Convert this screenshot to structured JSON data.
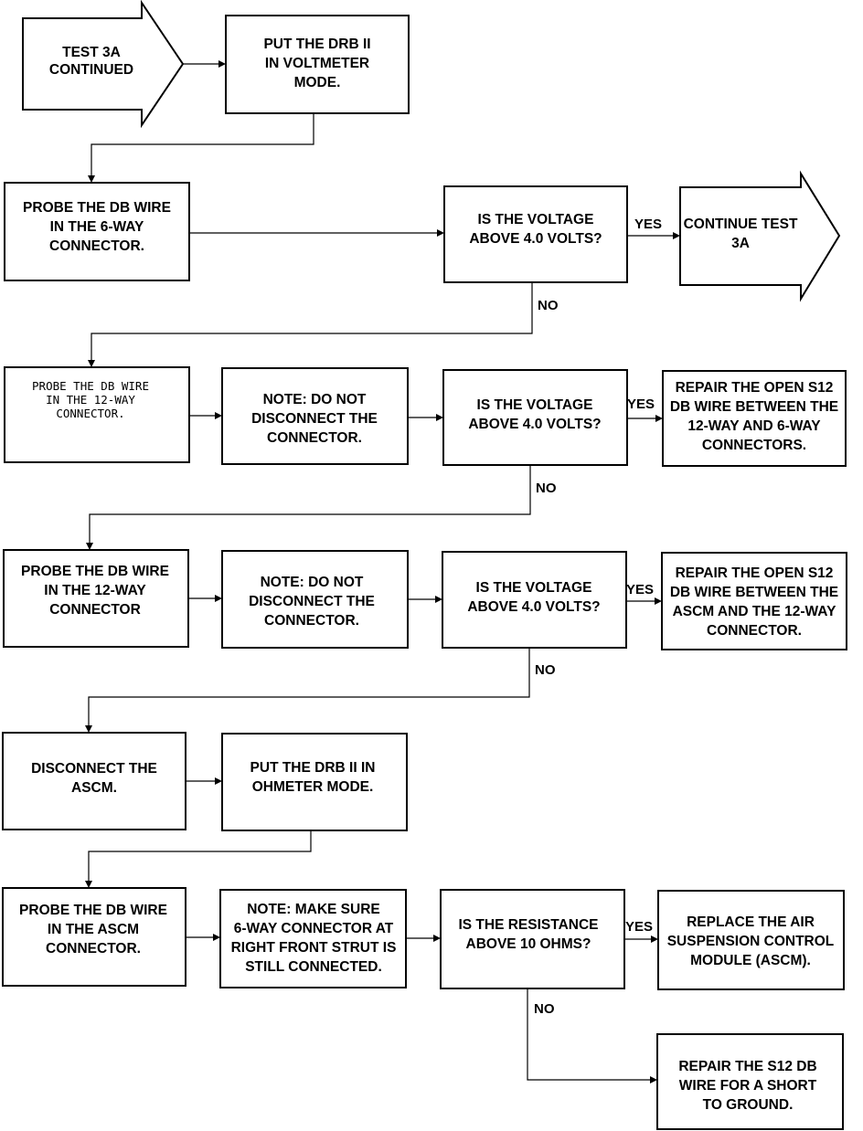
{
  "start": {
    "lines": [
      "TEST 3A",
      "CONTINUED"
    ]
  },
  "steps": {
    "voltmeter_mode": {
      "lines": [
        "PUT THE DRB II",
        "IN VOLTMETER",
        "MODE."
      ]
    },
    "probe_6way": {
      "lines": [
        "PROBE THE DB WIRE",
        "IN THE 6-WAY",
        "CONNECTOR."
      ]
    },
    "probe_12way_a": {
      "lines": [
        "PROBE THE DB WIRE",
        "IN THE 12-WAY",
        "CONNECTOR."
      ]
    },
    "note_1": {
      "lines": [
        "NOTE: DO NOT",
        "DISCONNECT THE",
        "CONNECTOR."
      ]
    },
    "probe_12way_b": {
      "lines": [
        "PROBE THE DB WIRE",
        "IN THE 12-WAY",
        "CONNECTOR"
      ]
    },
    "note_2": {
      "lines": [
        "NOTE: DO NOT",
        "DISCONNECT THE",
        "CONNECTOR."
      ]
    },
    "disconnect_ascm": {
      "lines": [
        "DISCONNECT THE",
        "ASCM."
      ]
    },
    "ohmmeter_mode": {
      "lines": [
        "PUT THE DRB II IN",
        "OHMETER MODE."
      ]
    },
    "probe_ascm": {
      "lines": [
        "PROBE THE DB WIRE",
        "IN THE ASCM",
        "CONNECTOR."
      ]
    },
    "note_3": {
      "lines": [
        "NOTE: MAKE SURE",
        "6-WAY CONNECTOR AT",
        "RIGHT FRONT STRUT IS",
        "STILL CONNECTED."
      ]
    }
  },
  "decisions": {
    "q1": {
      "lines": [
        "IS THE VOLTAGE",
        "ABOVE 4.0 VOLTS?"
      ]
    },
    "q2": {
      "lines": [
        "IS THE VOLTAGE",
        "ABOVE 4.0 VOLTS?"
      ]
    },
    "q3": {
      "lines": [
        "IS THE VOLTAGE",
        "ABOVE 4.0 VOLTS?"
      ]
    },
    "q4": {
      "lines": [
        "IS THE RESISTANCE",
        "ABOVE 10 OHMS?"
      ]
    }
  },
  "outcomes": {
    "continue_test": {
      "lines": [
        "CONTINUE TEST",
        "3A"
      ]
    },
    "repair_12_6": {
      "lines": [
        "REPAIR THE OPEN S12",
        "DB WIRE BETWEEN THE",
        "12-WAY AND 6-WAY",
        "CONNECTORS."
      ]
    },
    "repair_ascm_12": {
      "lines": [
        "REPAIR THE OPEN S12",
        "DB WIRE BETWEEN THE",
        "ASCM AND THE 12-WAY",
        "CONNECTOR."
      ]
    },
    "replace_ascm": {
      "lines": [
        "REPLACE THE AIR",
        "SUSPENSION CONTROL",
        "MODULE (ASCM)."
      ]
    },
    "repair_short": {
      "lines": [
        "REPAIR THE S12 DB",
        "WIRE FOR A SHORT",
        "TO GROUND."
      ]
    }
  },
  "labels": {
    "yes": "YES",
    "no": "NO"
  }
}
